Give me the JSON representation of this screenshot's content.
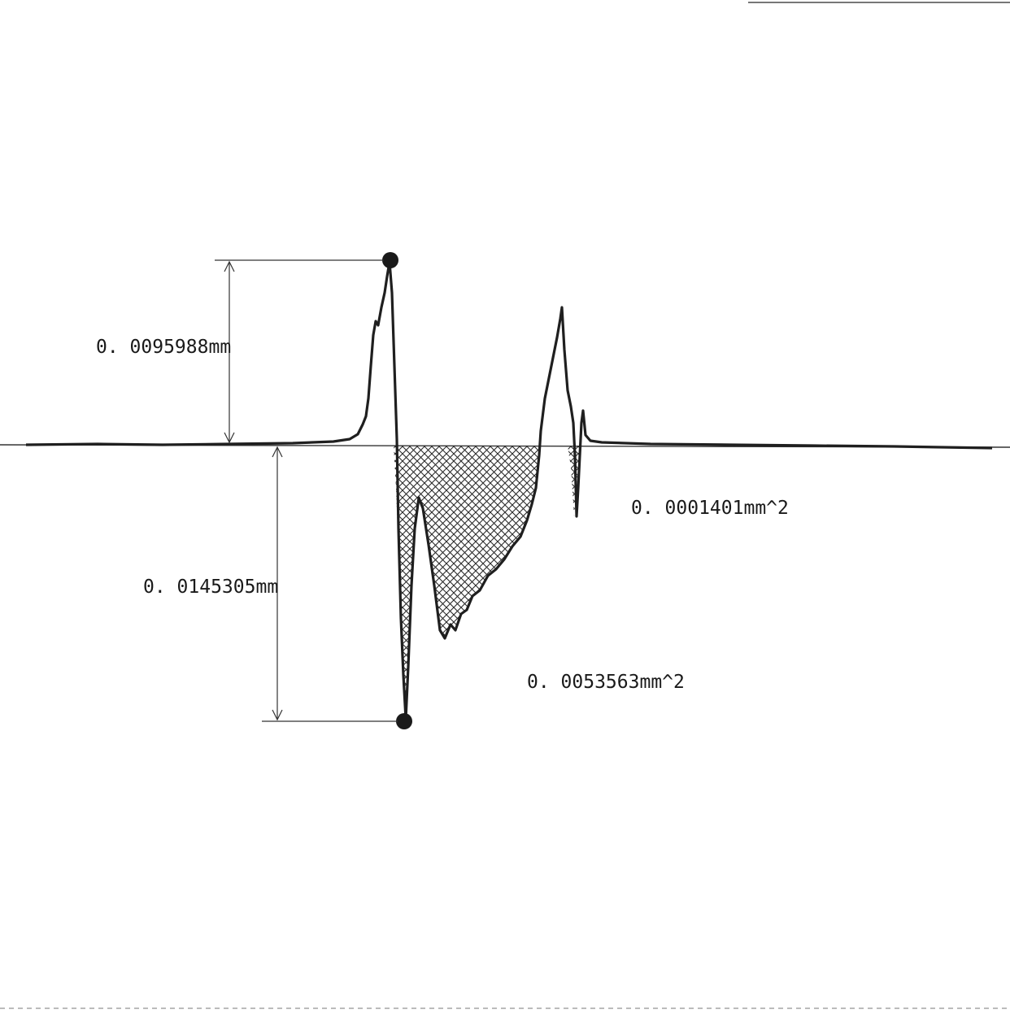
{
  "diagram": {
    "annotations": {
      "peak_height": "0. 0095988mm",
      "valley_depth": "0. 0145305mm",
      "area_small": "0. 0001401mm^2",
      "area_large": "0. 0053563mm^2"
    },
    "colors": {
      "ink": "#1f1f1f",
      "hatch": "#2a2a2a",
      "background": "#ffffff"
    }
  }
}
